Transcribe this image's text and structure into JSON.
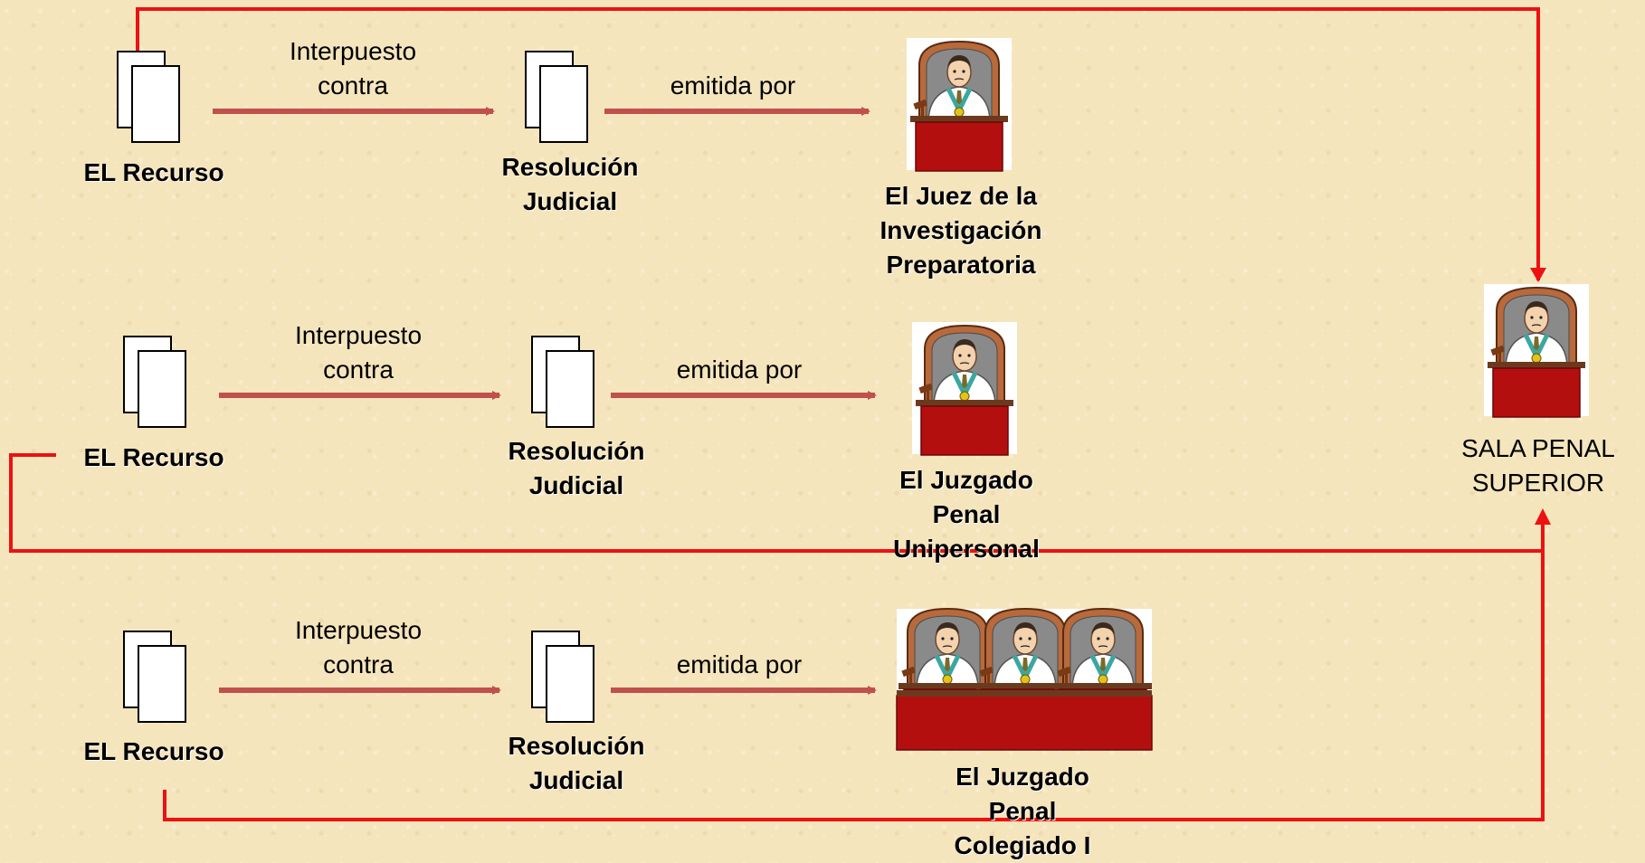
{
  "colors": {
    "background": "#f5e5bd",
    "connector_red": "#ee1111",
    "arrow_brown": "#c0504d",
    "bench_red": "#b40f0f"
  },
  "rows": [
    {
      "recurso_label": "EL Recurso",
      "arrow1_label": "Interpuesto\ncontra",
      "resolucion_label": "Resolución\nJudicial",
      "arrow2_label": "emitida por",
      "judge_label": "El Juez de la\nInvestigación\nPreparatoria",
      "icons": [
        "document-stack-icon",
        "document-stack-icon",
        "judge-icon"
      ]
    },
    {
      "recurso_label": "EL Recurso",
      "arrow1_label": "Interpuesto\ncontra",
      "resolucion_label": "Resolución\nJudicial",
      "arrow2_label": "emitida por",
      "judge_label": "El Juzgado\nPenal\nUnipersonal",
      "icons": [
        "document-stack-icon",
        "document-stack-icon",
        "judge-icon"
      ]
    },
    {
      "recurso_label": "EL Recurso",
      "arrow1_label": "Interpuesto\ncontra",
      "resolucion_label": "Resolución\nJudicial",
      "arrow2_label": "emitida por",
      "judge_label": "El Juzgado\nPenal\nColegiado I",
      "icons": [
        "document-stack-icon",
        "document-stack-icon",
        "judges-panel-icon"
      ]
    }
  ],
  "sala": {
    "label": "SALA PENAL\nSUPERIOR",
    "icon": "judge-icon"
  }
}
